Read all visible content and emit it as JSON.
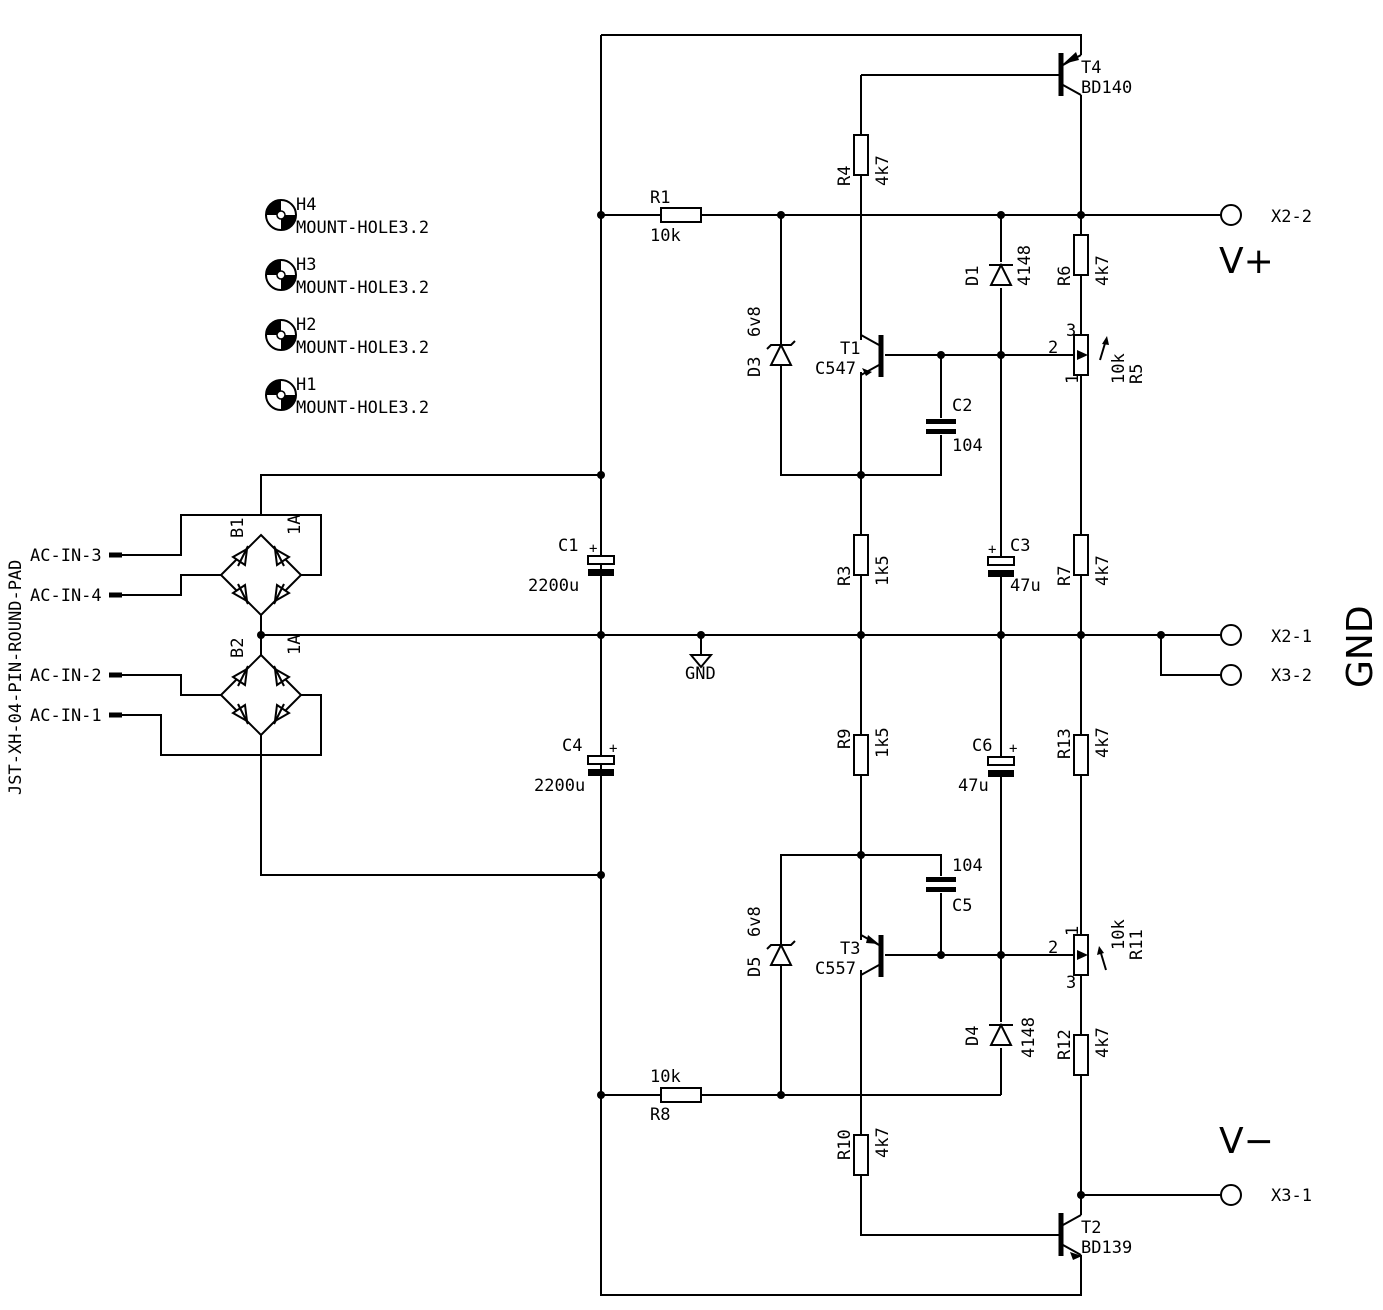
{
  "mount_holes": [
    {
      "ref": "H4",
      "value": "MOUNT-HOLE3.2"
    },
    {
      "ref": "H3",
      "value": "MOUNT-HOLE3.2"
    },
    {
      "ref": "H2",
      "value": "MOUNT-HOLE3.2"
    },
    {
      "ref": "H1",
      "value": "MOUNT-HOLE3.2"
    }
  ],
  "connector": {
    "part": "JST-XH-04-PIN-ROUND-PAD",
    "pins": [
      "AC-IN-3",
      "AC-IN-4",
      "AC-IN-2",
      "AC-IN-1"
    ]
  },
  "bridges": [
    {
      "ref": "B1",
      "value": "1A"
    },
    {
      "ref": "B2",
      "value": "1A"
    }
  ],
  "capacitors": {
    "C1": {
      "ref": "C1",
      "value": "2200u"
    },
    "C4": {
      "ref": "C4",
      "value": "2200u"
    },
    "C2": {
      "ref": "C2",
      "value": "104"
    },
    "C5": {
      "ref": "C5",
      "value": "104"
    },
    "C3": {
      "ref": "C3",
      "value": "47u"
    },
    "C6": {
      "ref": "C6",
      "value": "47u"
    }
  },
  "resistors": {
    "R1": {
      "ref": "R1",
      "value": "10k"
    },
    "R8": {
      "ref": "R8",
      "value": "10k"
    },
    "R3": {
      "ref": "R3",
      "value": "1k5"
    },
    "R9": {
      "ref": "R9",
      "value": "1k5"
    },
    "R4": {
      "ref": "R4",
      "value": "4k7"
    },
    "R10": {
      "ref": "R10",
      "value": "4k7"
    },
    "R6": {
      "ref": "R6",
      "value": "4k7"
    },
    "R7": {
      "ref": "R7",
      "value": "4k7"
    },
    "R13": {
      "ref": "R13",
      "value": "4k7"
    },
    "R12": {
      "ref": "R12",
      "value": "4k7"
    }
  },
  "pots": {
    "R5": {
      "ref": "R5",
      "value": "10k",
      "pins": [
        "3",
        "2",
        "1"
      ]
    },
    "R11": {
      "ref": "R11",
      "value": "10k",
      "pins": [
        "1",
        "2",
        "3"
      ]
    }
  },
  "diodes": {
    "D1": {
      "ref": "D1",
      "value": "4148"
    },
    "D4": {
      "ref": "D4",
      "value": "4148"
    },
    "D3": {
      "ref": "D3",
      "value": "6v8"
    },
    "D5": {
      "ref": "D5",
      "value": "6v8"
    }
  },
  "transistors": {
    "T1": {
      "ref": "T1",
      "value": "C547"
    },
    "T3": {
      "ref": "T3",
      "value": "C557"
    },
    "T4": {
      "ref": "T4",
      "value": "BD140"
    },
    "T2": {
      "ref": "T2",
      "value": "BD139"
    }
  },
  "ground_label": "GND",
  "terminals": {
    "X2_2": "X2-2",
    "X2_1": "X2-1",
    "X3_2": "X3-2",
    "X3_1": "X3-1"
  },
  "rails": {
    "vplus": "V+",
    "gnd": "GND",
    "vminus": "V−"
  }
}
